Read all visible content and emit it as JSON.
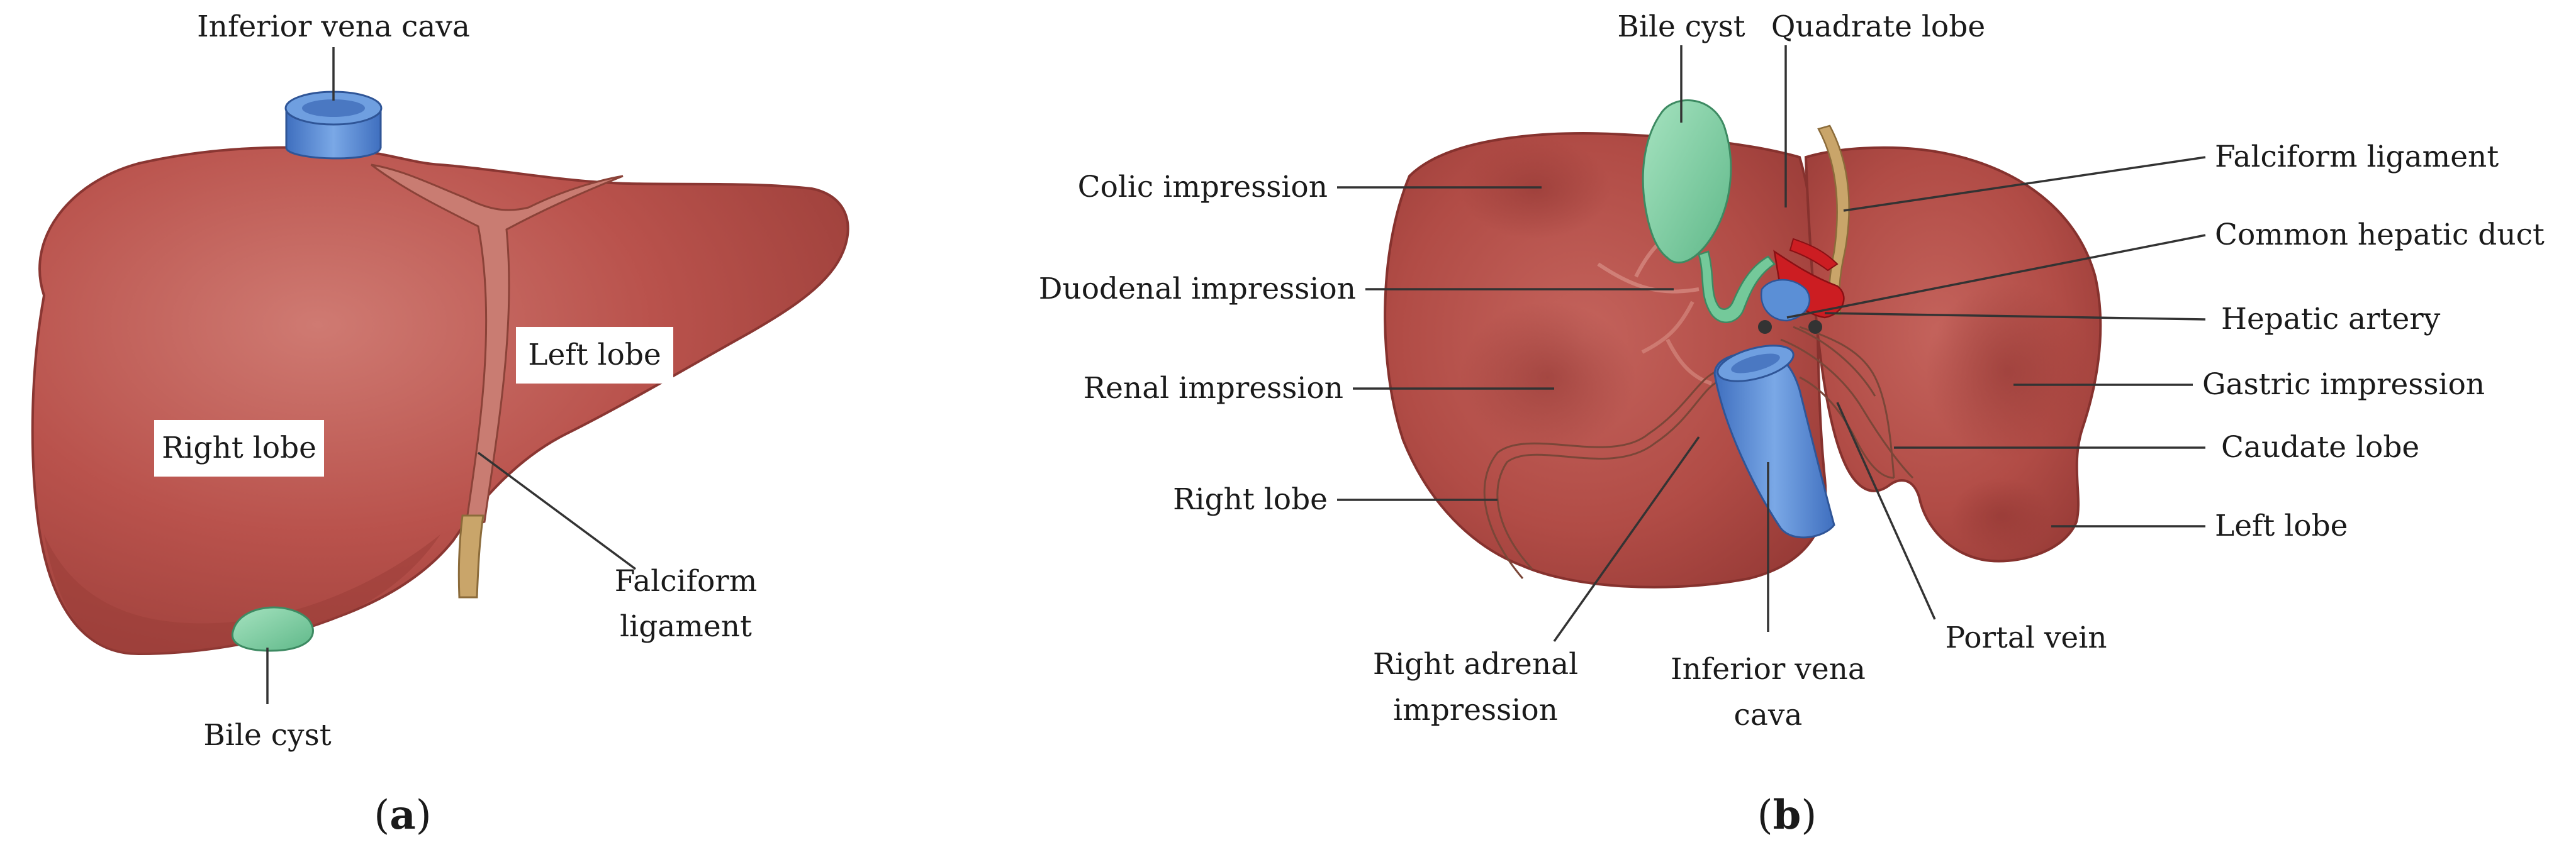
{
  "colors": {
    "liver": "#b9524c",
    "liver_shade": "#9c3f3a",
    "liver_highlight": "#cf7a72",
    "bile_cyst": "#74c99a",
    "vena_cava": "#5b8fd6",
    "hepatic_artery": "#cc1d22",
    "ligament": "#c9a56a",
    "leader_line": "#333333",
    "label_box": "#ffffff"
  },
  "icons": [
    "liver-anterior-illustration",
    "liver-visceral-illustration"
  ],
  "panel_a": {
    "caption_prefix": "(",
    "caption_letter": "a",
    "caption_suffix": ")",
    "labels": {
      "inferior_vena_cava": "Inferior vena cava",
      "left_lobe": "Left lobe",
      "right_lobe": "Right lobe",
      "falciform_line1": "Falciform",
      "falciform_line2": "ligament",
      "bile_cyst": "Bile cyst"
    }
  },
  "panel_b": {
    "caption_prefix": "(",
    "caption_letter": "b",
    "caption_suffix": ")",
    "labels": {
      "bile_cyst": "Bile cyst",
      "quadrate_lobe": "Quadrate lobe",
      "colic_impression": "Colic impression",
      "duodenal_impression": "Duodenal impression",
      "renal_impression": "Renal impression",
      "right_lobe": "Right lobe",
      "falciform_ligament": "Falciform ligament",
      "common_hepatic_duct": "Common hepatic duct",
      "hepatic_artery": "Hepatic artery",
      "gastric_impression": "Gastric impression",
      "caudate_lobe": "Caudate lobe",
      "left_lobe": "Left lobe",
      "right_adrenal_line1": "Right adrenal",
      "right_adrenal_line2": "impression",
      "ivc_line1": "Inferior vena",
      "ivc_line2": "cava",
      "portal_vein": "Portal vein"
    }
  }
}
